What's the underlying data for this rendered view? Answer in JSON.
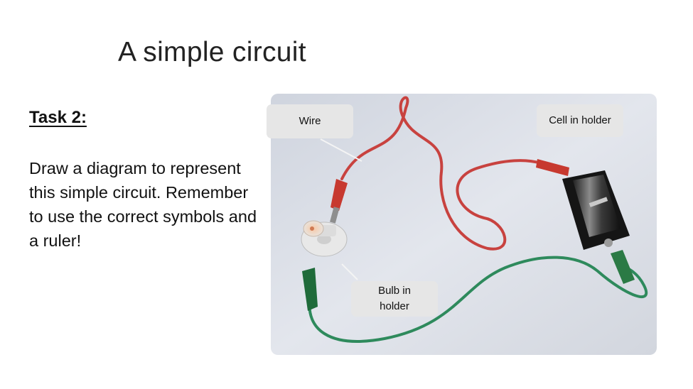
{
  "slide": {
    "title": "A simple circuit"
  },
  "task": {
    "heading": "Task 2:",
    "body": "Draw a diagram to represent this simple circuit. Remember to use the correct symbols and a ruler!"
  },
  "photo": {
    "labels": {
      "wire": "Wire",
      "cell": "Cell in holder",
      "bulb_line1": "Bulb in",
      "bulb_line2": "holder"
    }
  },
  "colors": {
    "red_wire": "#c8423f",
    "green_wire": "#2e8a5c",
    "background": "#d9dde6"
  }
}
